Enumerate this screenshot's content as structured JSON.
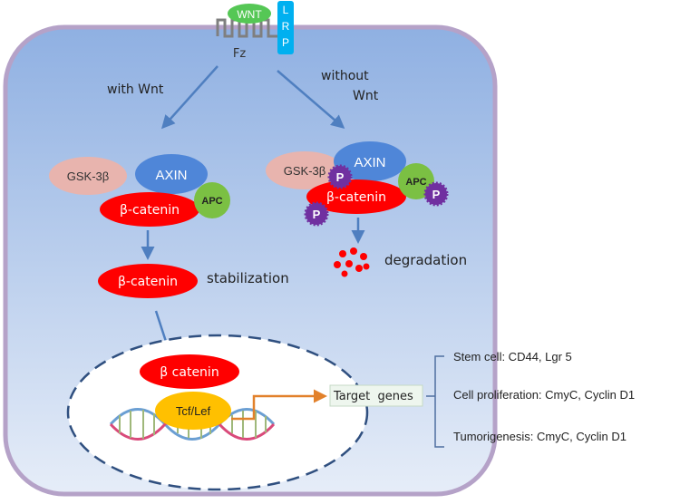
{
  "receptor": {
    "wnt": "WNT",
    "lrp": [
      "L",
      "R",
      "P"
    ],
    "fz": "Fz"
  },
  "pathways": {
    "with_wnt": "with Wnt",
    "without_wnt": [
      "without",
      "Wnt"
    ]
  },
  "complex": {
    "gsk": "GSK-3β",
    "axin": "AXIN",
    "apc": "APC",
    "bcat": "β-catenin",
    "phos": "P"
  },
  "outcomes": {
    "stabilization": "stabilization",
    "degradation": "degradation"
  },
  "nucleus": {
    "bcat": "β catenin",
    "tcf": "Tcf/Lef",
    "target": "Target  genes"
  },
  "targets": [
    "Stem cell: CD44, Lgr 5",
    "Cell proliferation: CmyC, Cyclin D1",
    "Tumorigenesis: CmyC, Cyclin D1"
  ],
  "colors": {
    "cell_border": "#b5a2c8",
    "cell_fill_top": "#8fb0e2",
    "cell_fill_bottom": "#e6edf8",
    "arrow": "#4f7fc0",
    "red": "#ff0000",
    "gsk": "#e8b4ae",
    "axin": "#4f86d8",
    "apc": "#7bc043",
    "phos": "#7030a0",
    "wnt": "#55c755",
    "lrp": "#00b0f0",
    "tcf": "#ffc000",
    "target_arrow": "#e2812b"
  }
}
